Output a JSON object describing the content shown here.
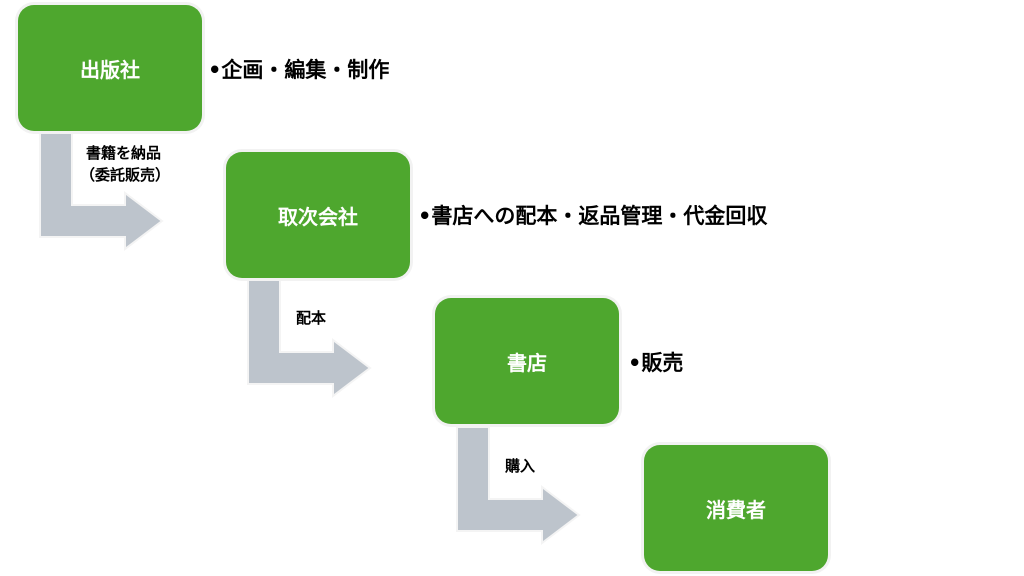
{
  "colors": {
    "box": "#4EA72E",
    "arrow": "#BDC4CC",
    "text_on_box": "#FFFFFF"
  },
  "nodes": [
    {
      "label": "出版社",
      "note": "•企画・編集・制作"
    },
    {
      "label": "取次会社",
      "note": "•書店への配本・返品管理・代金回収"
    },
    {
      "label": "書店",
      "note": "•販売"
    },
    {
      "label": "消費者"
    }
  ],
  "edges": [
    {
      "label_line1": "書籍を納品",
      "label_line2": "（委託販売）"
    },
    {
      "label_line1": "配本"
    },
    {
      "label_line1": "購入"
    }
  ]
}
